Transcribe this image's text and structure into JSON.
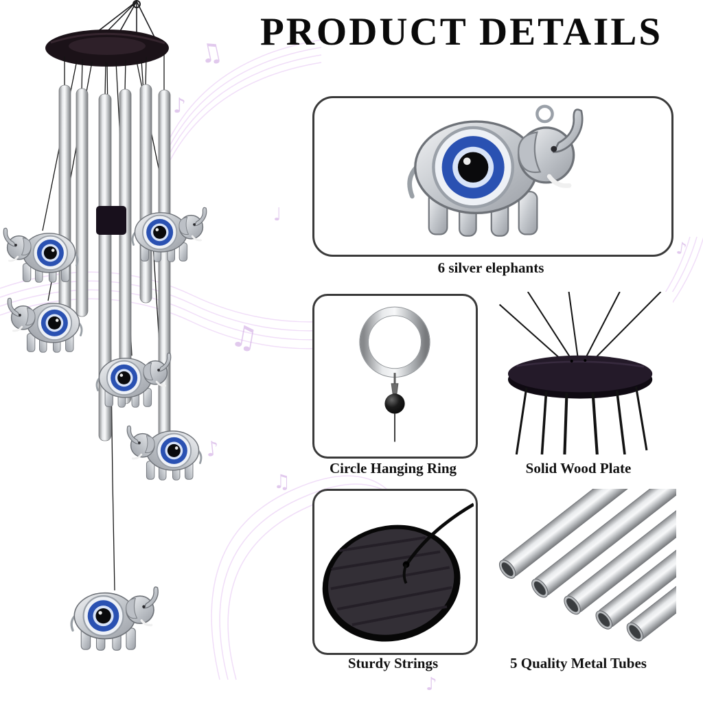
{
  "title": "PRODUCT DETAILS",
  "features": {
    "elephants": {
      "label": "6 silver elephants"
    },
    "ring": {
      "label": "Circle Hanging Ring"
    },
    "plate": {
      "label": "Solid Wood Plate"
    },
    "strings": {
      "label": "Sturdy Strings"
    },
    "tubes": {
      "label": "5 Quality Metal Tubes"
    }
  },
  "background": {
    "notes": [
      "♫",
      "♪",
      "♩",
      "♫",
      "♪",
      "♫",
      "♪",
      "♪"
    ]
  },
  "icons": {
    "elephant_charm": "silver-elephant-with-evil-eye",
    "hanging_ring": "metal-ring-with-black-bead",
    "wood_plate": "black-wood-disc-with-strings",
    "strings": "black-disc-with-cord",
    "metal_tubes": "five-silver-tubes",
    "music_note": "♪"
  },
  "colors": {
    "evil_eye_blue": "#2a51b2",
    "silver": "#c3c7cc",
    "wood_black": "#1b1218",
    "note_purple": "#c99ee0",
    "text_black": "#0a0a0a"
  }
}
